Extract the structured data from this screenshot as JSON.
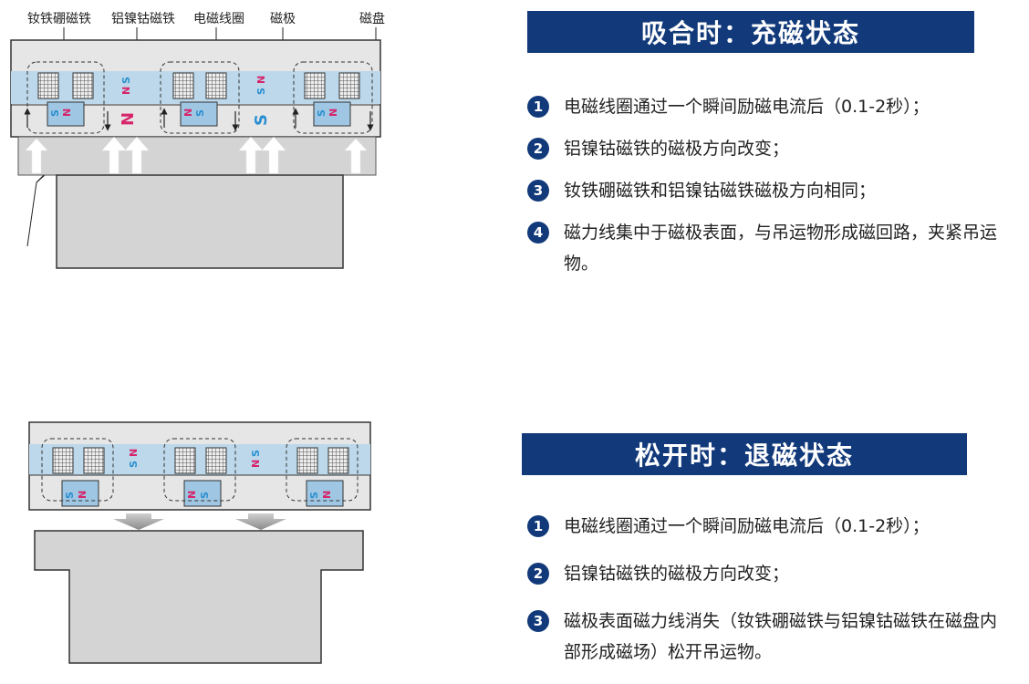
{
  "top": {
    "labels": {
      "ndfeb": "钕铁硼磁铁",
      "alnico": "铝镍钴磁铁",
      "coil": "电磁线圈",
      "pole": "磁极",
      "disk": "磁盘"
    },
    "title": "吸合时：充磁状态",
    "steps": [
      {
        "num": "1",
        "text": "电磁线圈通过一个瞬间励磁电流后（0.1-2秒）；"
      },
      {
        "num": "2",
        "text": "铝镍钴磁铁的磁极方向改变；"
      },
      {
        "num": "3",
        "text": "钕铁硼磁铁和铝镍钴磁铁磁极方向相同；"
      },
      {
        "num": "4",
        "text": "磁力线集中于磁极表面，与吊运物形成磁回路，夹紧吊运物。"
      }
    ]
  },
  "bottom": {
    "title": "松开时：退磁状态",
    "steps": [
      {
        "num": "1",
        "text": "电磁线圈通过一个瞬间励磁电流后（0.1-2秒）；"
      },
      {
        "num": "2",
        "text": "铝镍钴磁铁的磁极方向改变；"
      },
      {
        "num": "3",
        "text": "磁极表面磁力线消失（钕铁硼磁铁与铝镍钴磁铁在磁盘内部形成磁场）松开吊运物。"
      }
    ]
  },
  "poles": {
    "n": "N",
    "s": "S"
  },
  "colors": {
    "banner": "#123a7a",
    "magnet_band": "#bcd8ea",
    "body_gray": "#d4d4d4",
    "pole_n": "#d6256b",
    "pole_s": "#2a8fd0"
  }
}
